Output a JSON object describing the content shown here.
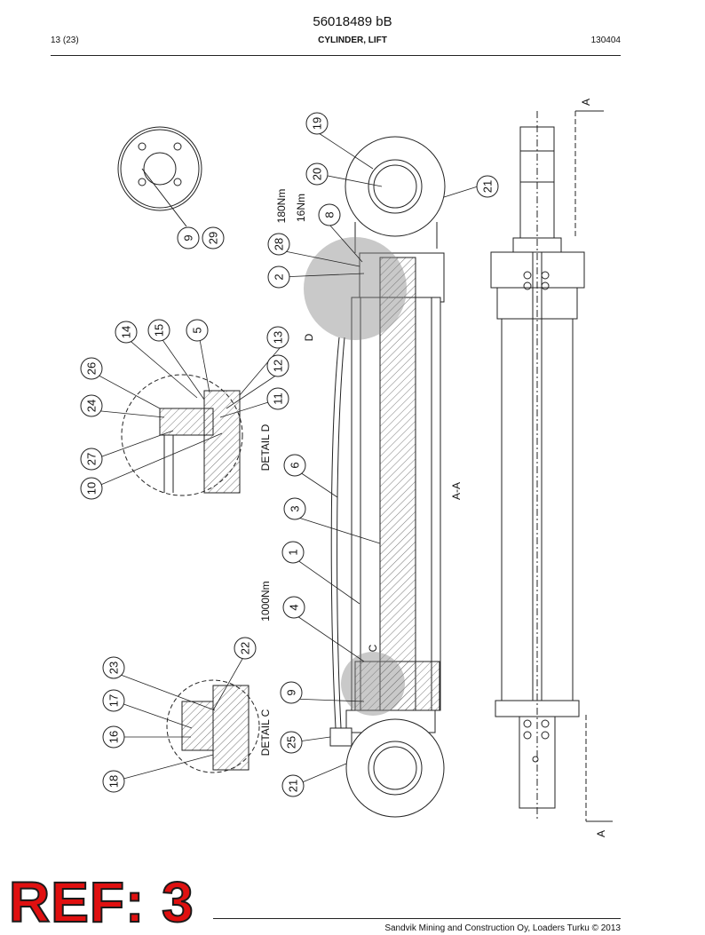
{
  "header": {
    "document_number": "56018489 bB",
    "page": "13 (23)",
    "title": "CYLINDER, LIFT",
    "date_code": "130404"
  },
  "drawing": {
    "section_label": "A-A",
    "section_marker": "A",
    "detail_c_label": "DETAIL C",
    "detail_d_label": "DETAIL D",
    "detail_c_marker": "C",
    "detail_d_marker": "D",
    "torque_1000": "1000Nm",
    "torque_180": "180Nm",
    "torque_16": "16Nm",
    "callouts": [
      "19",
      "20",
      "21",
      "8",
      "28",
      "2",
      "9",
      "29",
      "13",
      "12",
      "11",
      "6",
      "3",
      "1",
      "4",
      "22",
      "9",
      "25",
      "21",
      "14",
      "15",
      "5",
      "26",
      "24",
      "27",
      "10",
      "23",
      "17",
      "16",
      "18"
    ]
  },
  "stamp": {
    "text": "REF: 3"
  },
  "footer": {
    "copyright": "Sandvik Mining and Construction Oy, Loaders Turku © 2013"
  }
}
